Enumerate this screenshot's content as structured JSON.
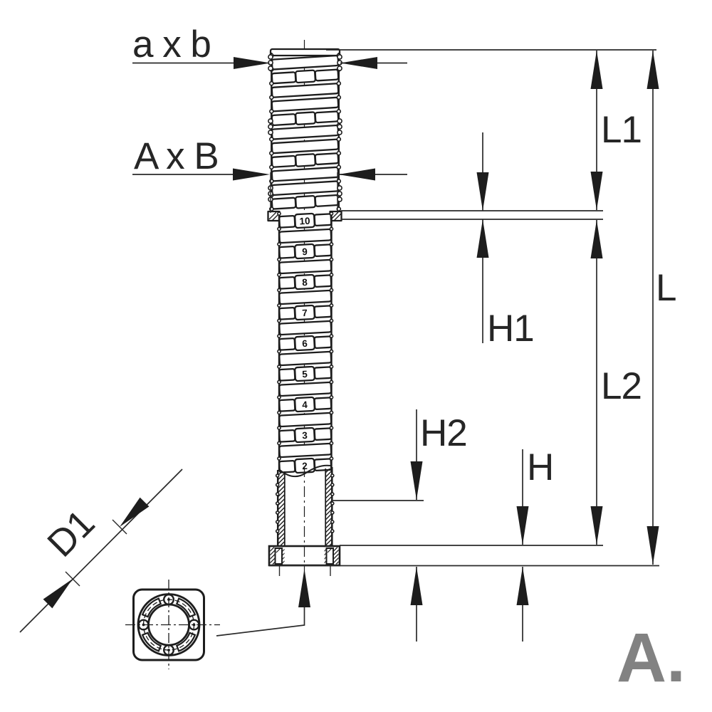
{
  "labels": {
    "dim_top_width": "a x b",
    "dim_mid_width": "A x B",
    "dim_l1": "L1",
    "dim_l": "L",
    "dim_h1": "H1",
    "dim_l2": "L2",
    "dim_h2": "H2",
    "dim_h": "H",
    "dim_d1": "D1"
  },
  "tube": {
    "segment_numbers": [
      "10",
      "9",
      "8",
      "7",
      "6",
      "5",
      "4",
      "3",
      "2"
    ]
  },
  "logo": {
    "text": "A.",
    "color": "#828282"
  },
  "colors": {
    "line": "#1d1d1d",
    "dimension": "#2a2a2a",
    "background": "#ffffff"
  }
}
